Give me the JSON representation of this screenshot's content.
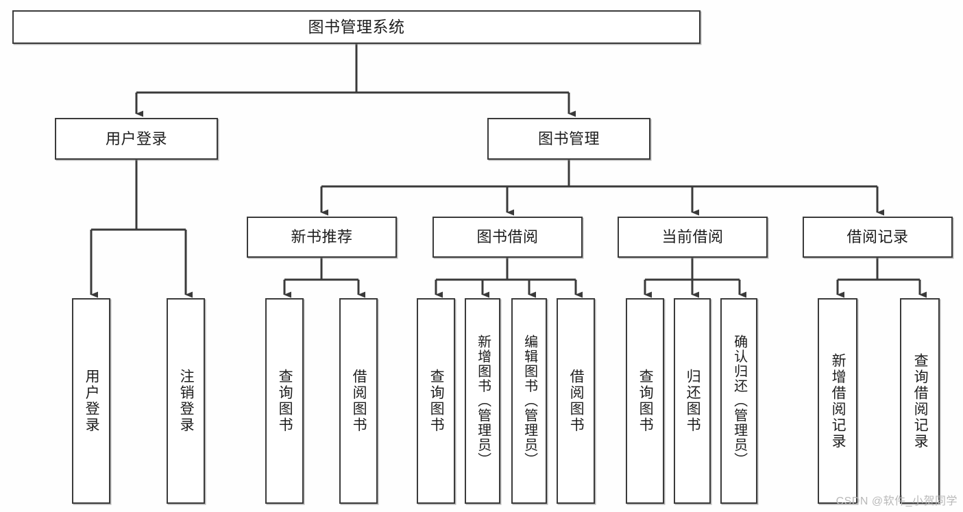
{
  "diagram": {
    "type": "tree",
    "title": "图书管理系统",
    "orientation": "top-down",
    "colors": {
      "border": "#3a3a3a",
      "node_fill": "#ffffff",
      "edge": "#3a3a3a",
      "text": "#1d1d1d",
      "background": "#fefefe",
      "watermark": "#b9b9b9"
    },
    "nodes": {
      "root": {
        "label": "图书管理系统"
      },
      "level2": [
        {
          "label": "用户登录"
        },
        {
          "label": "图书管理"
        }
      ],
      "level3": [
        {
          "label": "新书推荐"
        },
        {
          "label": "图书借阅"
        },
        {
          "label": "当前借阅"
        },
        {
          "label": "借阅记录"
        }
      ],
      "leaves": {
        "user_login": [
          {
            "label": "用户登录"
          },
          {
            "label": "注销登录"
          }
        ],
        "new_book_recommend": [
          {
            "label": "查询图书"
          },
          {
            "label": "借阅图书"
          }
        ],
        "book_borrow": [
          {
            "label": "查询图书"
          },
          {
            "label": "新增图书（管理员）"
          },
          {
            "label": "编辑图书（管理员）"
          },
          {
            "label": "借阅图书"
          }
        ],
        "current_borrow": [
          {
            "label": "查询图书"
          },
          {
            "label": "归还图书"
          },
          {
            "label": "确认归还（管理员）"
          }
        ],
        "borrow_record": [
          {
            "label": "新增借阅记录"
          },
          {
            "label": "查询借阅记录"
          }
        ]
      }
    },
    "watermark": "CSDN @软件_小贺同学"
  }
}
